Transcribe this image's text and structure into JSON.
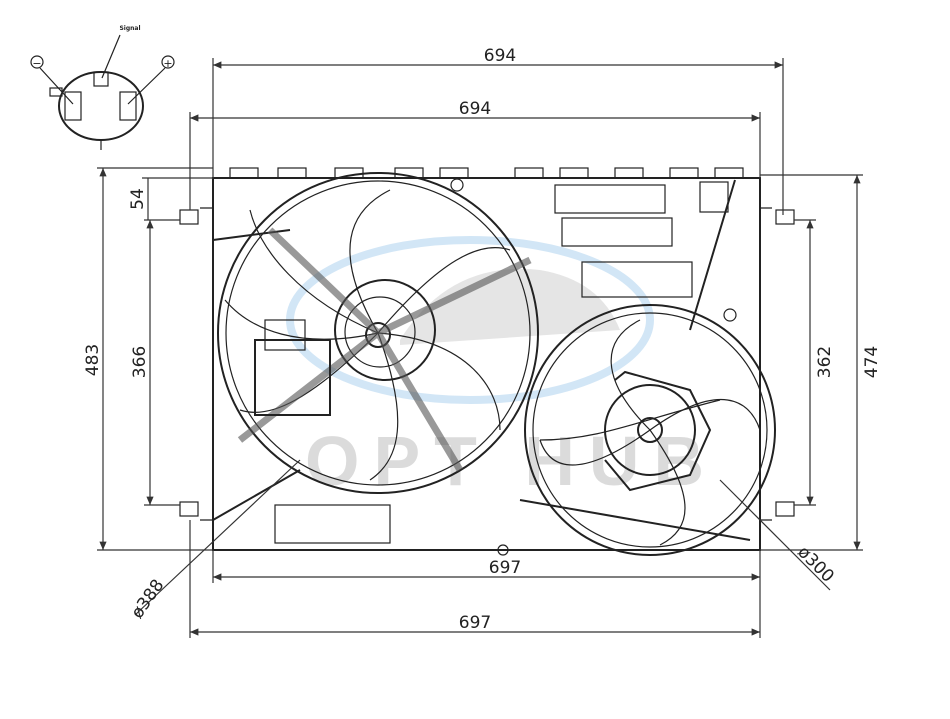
{
  "connector": {
    "signal_label": "Signal",
    "minus_label": "−",
    "plus_label": "+"
  },
  "dimensions": {
    "top_width_outer": "694",
    "top_width_inner": "694",
    "height_left_outer": "483",
    "height_left_inner": "366",
    "offset_top": "54",
    "height_right_inner": "362",
    "height_right_outer": "474",
    "bottom_width_inner": "697",
    "bottom_width_outer": "697",
    "large_fan_diameter": "ø388",
    "small_fan_diameter": "ø300"
  },
  "watermark": "OPTHUB"
}
